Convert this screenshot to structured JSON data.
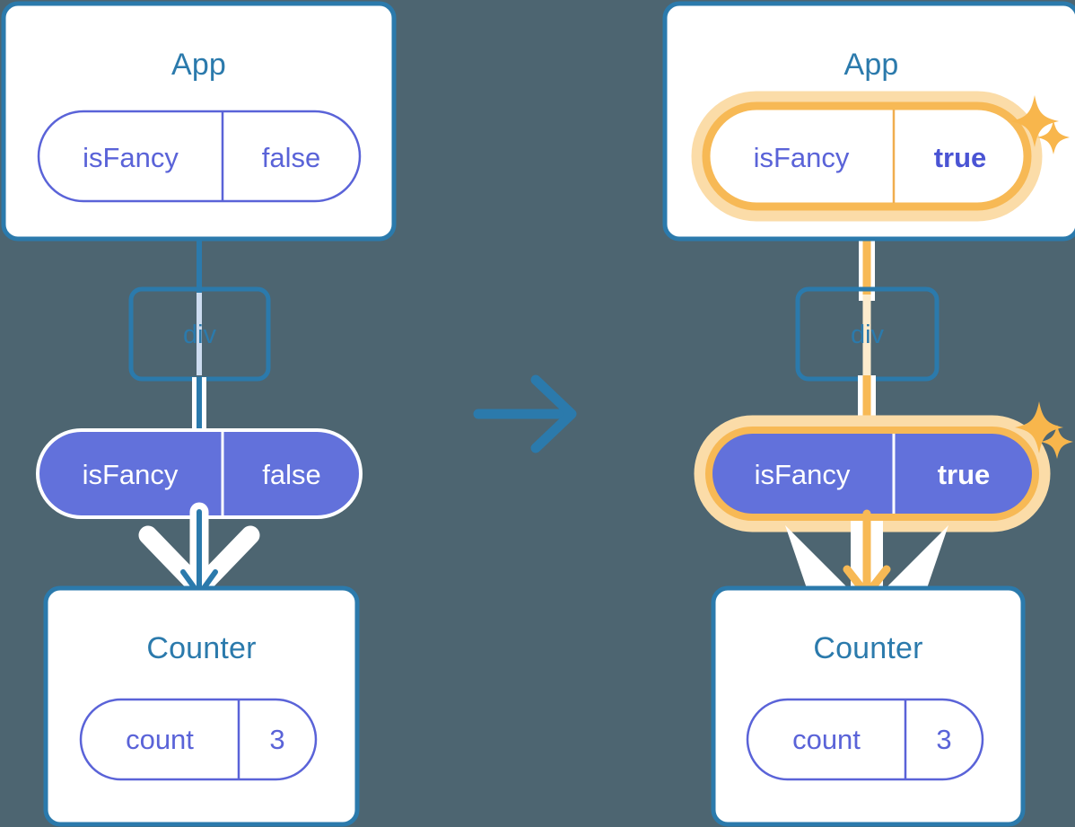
{
  "diagram": {
    "title_semantic": "react-state-lifted-to-parent-before-after",
    "type": "component-tree-comparison",
    "background_color": "#4d6571",
    "transition_arrow": {
      "icon": "arrow-right-icon",
      "color": "#2b7aac",
      "direction": "right"
    },
    "colors": {
      "box_border_blue": "#2b7aac",
      "box_fill_white": "#ffffff",
      "text_blue": "#2b7aac",
      "pill_purple_fill": "#6271db",
      "pill_purple_stroke": "#5a63d8",
      "pill_text_purple": "#5a63d8",
      "pill_text_white": "#ffffff",
      "highlight_orange": "#f7b955",
      "highlight_glow": "#fbd9a0",
      "sparkle_orange": "#f8b64c",
      "connector_white": "#ffffff"
    },
    "panels": [
      {
        "id": "before",
        "name": "before-panel",
        "app": {
          "name": "App",
          "state_pill": {
            "key": "isFancy",
            "value": "false",
            "style": "outline",
            "highlighted": false,
            "bold_value": false
          }
        },
        "div": {
          "label": "div"
        },
        "props_pill": {
          "key": "isFancy",
          "value": "false",
          "style": "filled",
          "highlighted": false,
          "bold_value": false
        },
        "counter": {
          "name": "Counter",
          "state_pill": {
            "key": "count",
            "value": "3",
            "style": "outline",
            "highlighted": false,
            "bold_value": false
          }
        },
        "connector_color": "#2b7aac",
        "arrow_color": "#2b7aac"
      },
      {
        "id": "after",
        "name": "after-panel",
        "app": {
          "name": "App",
          "state_pill": {
            "key": "isFancy",
            "value": "true",
            "style": "outline",
            "highlighted": true,
            "bold_value": true
          }
        },
        "div": {
          "label": "div"
        },
        "props_pill": {
          "key": "isFancy",
          "value": "true",
          "style": "filled",
          "highlighted": true,
          "bold_value": true
        },
        "counter": {
          "name": "Counter",
          "state_pill": {
            "key": "count",
            "value": "3",
            "style": "outline",
            "highlighted": false,
            "bold_value": false
          }
        },
        "connector_color": "#f7b955",
        "arrow_color": "#f7b955",
        "sparkles": [
          {
            "name": "sparkle-large-top",
            "size": "large"
          },
          {
            "name": "sparkle-small-top",
            "size": "small"
          },
          {
            "name": "sparkle-large-bottom",
            "size": "large"
          },
          {
            "name": "sparkle-small-bottom",
            "size": "small"
          }
        ]
      }
    ]
  }
}
